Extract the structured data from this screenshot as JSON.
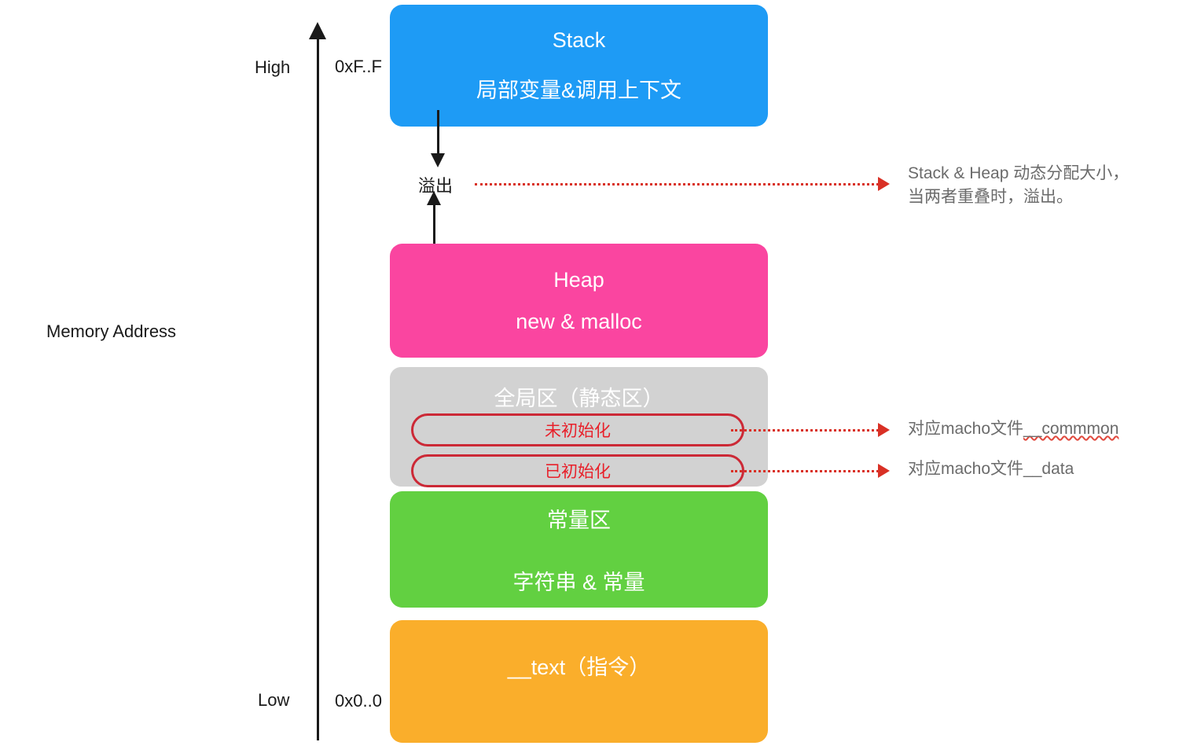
{
  "diagram": {
    "axis": {
      "title": "Memory Address",
      "high_label": "High",
      "low_label": "Low",
      "high_address": "0xF..F",
      "low_address": "0x0..0",
      "direction": "up-arrow"
    },
    "blocks": [
      {
        "id": "stack",
        "title": "Stack",
        "subtitle": "局部变量&调用上下文",
        "color": "#1e9bf5"
      },
      {
        "id": "heap",
        "title": "Heap",
        "subtitle": "new & malloc",
        "color": "#fa45a0"
      },
      {
        "id": "global",
        "title": "全局区（静态区）",
        "color": "#d2d2d2",
        "pills": [
          {
            "id": "uninitialized",
            "label": "未初始化",
            "color": "#e8202a"
          },
          {
            "id": "initialized",
            "label": "已初始化",
            "color": "#e8202a"
          }
        ]
      },
      {
        "id": "constants",
        "title": "常量区",
        "subtitle": "字符串 & 常量",
        "color": "#62d041"
      },
      {
        "id": "text",
        "title": "__text（指令）",
        "color": "#faae2b"
      }
    ],
    "overflow": {
      "label": "溢出",
      "note": "Stack & Heap 动态分配大小，当两者重叠时，溢出。"
    },
    "annotations": [
      {
        "id": "common",
        "prefix": "对应macho文件",
        "symbol": "__commmon"
      },
      {
        "id": "data",
        "prefix": "对应macho文件",
        "symbol": "__data"
      }
    ],
    "connector_color": "#d93025"
  }
}
